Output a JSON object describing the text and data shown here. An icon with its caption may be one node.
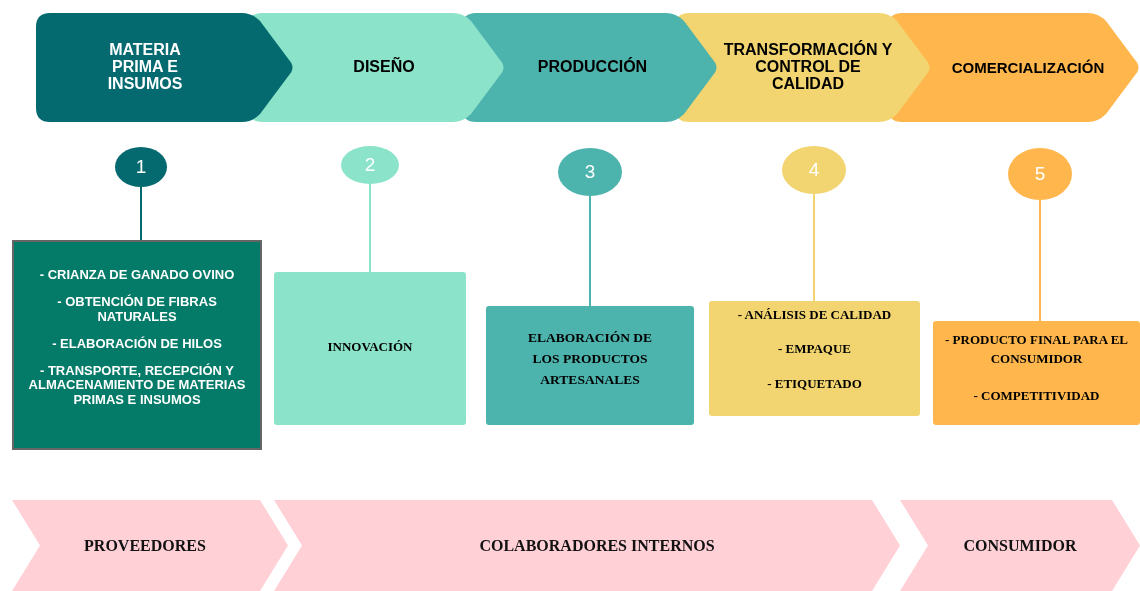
{
  "diagram": {
    "nodes": [
      {
        "text": [
          "MATERIA PRIMA E INSUMOS"
        ]
      },
      {
        "text": [
          "DISEÑO"
        ]
      },
      {
        "text": [
          "PRODUCCIÓN"
        ]
      },
      {
        "text": [
          "TRANSFORMACIÓN Y CONTROL DE CALIDAD"
        ]
      },
      {
        "text": [
          "COMERCIALIZACIÓN"
        ]
      },
      {
        "text": [
          "1"
        ]
      },
      {
        "text": [
          "2"
        ]
      },
      {
        "text": [
          "3"
        ]
      },
      {
        "text": [
          "4"
        ]
      },
      {
        "text": [
          "5"
        ]
      },
      {
        "text": [
          "- CRIANZA DE GANADO OVINO",
          "- OBTENCIÓN DE FIBRAS NATURALES",
          "- ELABORACIÓN DE HILOS",
          "- TRANSPORTE, RECEPCIÓN Y ALMACENAMIENTO DE MATERIAS PRIMAS E INSUMOS"
        ]
      },
      {
        "text": [
          "INNOVACIÓN"
        ]
      },
      {
        "text": [
          "ELABORACIÓN DE LOS PRODUCTOS ARTESANALES"
        ]
      },
      {
        "text": [
          "- ANÁLISIS DE CALIDAD",
          "- EMPAQUE",
          "- ETIQUETADO"
        ]
      },
      {
        "text": [
          "- PRODUCTO FINAL PARA EL CONSUMIDOR",
          "- COMPETITIVIDAD"
        ]
      },
      {
        "text": [
          "PROVEEDORES"
        ]
      },
      {
        "text": [
          "COLABORADORES INTERNOS"
        ]
      },
      {
        "text": [
          "CONSUMIDOR"
        ]
      }
    ],
    "edges": [
      {
        "from": 5,
        "to": 10,
        "arrow": "none",
        "color": "#046a70"
      },
      {
        "from": 6,
        "to": 11,
        "arrow": "none",
        "color": "#8be3c9"
      },
      {
        "from": 7,
        "to": 12,
        "arrow": "none",
        "color": "#4db3ad"
      },
      {
        "from": 8,
        "to": 13,
        "arrow": "none",
        "color": "#f2d570"
      },
      {
        "from": 9,
        "to": 14,
        "arrow": "none",
        "color": "#ffb74d"
      }
    ]
  }
}
